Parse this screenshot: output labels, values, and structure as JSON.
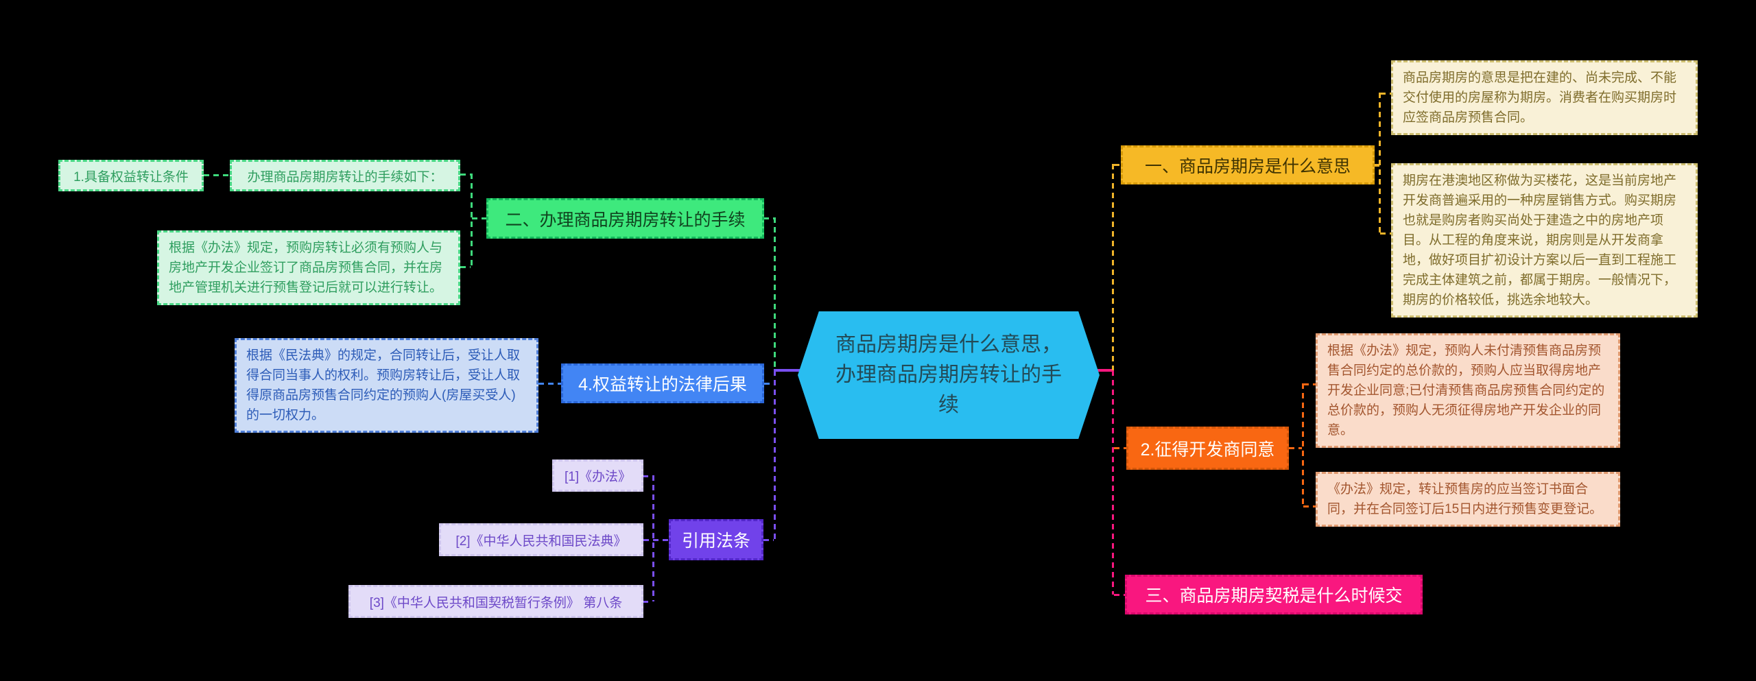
{
  "center": {
    "label": "商品房期房是什么意思，办理商品房期房转让的手续"
  },
  "left": {
    "procedure": {
      "node": "二、办理商品房期房转让的手续",
      "intro": "办理商品房期房转让的手续如下：",
      "condition": "1.具备权益转让条件",
      "detail": "根据《办法》规定，预购房转让必须有预购人与房地产开发企业签订了商品房预售合同，并在房地产管理机关进行预售登记后就可以进行转让。"
    },
    "consequence": {
      "node": "4.权益转让的法律后果",
      "detail": "根据《民法典》的规定，合同转让后，受让人取得合同当事人的权利。预购房转让后，受让人取得原商品房预售合同约定的预购人(房屋买受人)的一切权力。"
    },
    "citations": {
      "node": "引用法条",
      "item1": "[1]《办法》",
      "item2": "[2]《中华人民共和国民法典》",
      "item3": "[3]《中华人民共和国契税暂行条例》 第八条"
    }
  },
  "right": {
    "meaning": {
      "node": "一、商品房期房是什么意思",
      "detail1": "商品房期房的意思是把在建的、尚未完成、不能交付使用的房屋称为期房。消费者在购买期房时应签商品房预售合同。",
      "detail2": "期房在港澳地区称做为买楼花，这是当前房地产开发商普遍采用的一种房屋销售方式。购买期房也就是购房者购买尚处于建造之中的房地产项目。从工程的角度来说，期房则是从开发商拿地，做好项目扩初设计方案以后一直到工程施工完成主体建筑之前，都属于期房。一般情况下，期房的价格较低，挑选余地较大。"
    },
    "consent": {
      "node": "2.征得开发商同意",
      "detail1": "根据《办法》规定，预购人未付清预售商品房预售合同约定的总价款的，预购人应当取得房地产开发企业同意;已付清预售商品房预售合同约定的总价款的，预购人无须征得房地产开发企业的同意。",
      "detail2": "《办法》规定，转让预售房的应当签订书面合同，并在合同签订后15日内进行预售变更登记。"
    },
    "deed_tax": {
      "node": "三、商品房期房契税是什么时候交"
    }
  },
  "palette": {
    "background": "#000000",
    "center_fill": "#29bdf0",
    "green": "#3ee97d",
    "green_light": "#d6f5e3",
    "blue": "#4285f4",
    "blue_light": "#ccdcf6",
    "purple": "#7142ea",
    "purple_light": "#e3dcf8",
    "yellow": "#f6b926",
    "cream_light": "#f9f1d7",
    "orange": "#f96712",
    "peach_light": "#fadcca",
    "pink": "#f9177f"
  }
}
